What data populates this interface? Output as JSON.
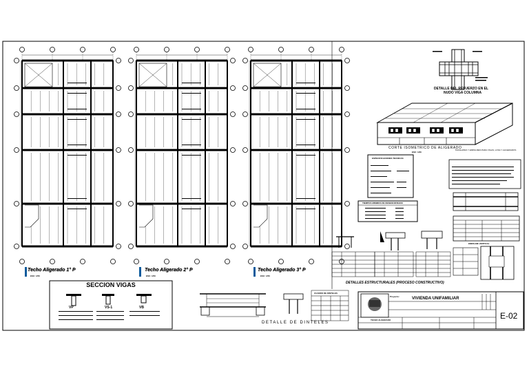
{
  "plans": [
    {
      "title": "Techo Aligerado 1° P",
      "scale": "ESC: 1/50"
    },
    {
      "title": "Techo Aligerado 2° P",
      "scale": "ESC: 1/50"
    },
    {
      "title": "Techo Aligerado 3° P",
      "scale": "ESC: 1/50"
    }
  ],
  "seccion_vigas": {
    "title": "SECCION VIGAS",
    "labels": [
      "VP",
      "VS-1",
      "VB"
    ]
  },
  "nudo_detail": {
    "title_line1": "DETALLE DEL REFUERZO EN EL",
    "title_line2": "NUDO VIGA COLUMNA"
  },
  "isometric": {
    "title": "CORTE ISOMETRICO DE ALIGERADO",
    "scale": "ESC: 1/20"
  },
  "traslapes": {
    "title": "TRASLAPES Y EMPALMES PARA VIGAS, LOSA Y ALIGERADOS"
  },
  "specs": {
    "title": "ESPECIFICACIONES TECNICAS"
  },
  "tiempos": {
    "title": "TIEMPOS MINIMOS DE DESENCOFRADO"
  },
  "detalles_estructurales": "DETALLES ESTRUCTURALES (PROCESO CONSTRUCTIVO)",
  "dinteles": {
    "title": "DETALLE DE DINTELES",
    "cuadro": "CUADRO DE DINTELES"
  },
  "empalme_vertical": "EMPALME VERTICAL",
  "title_block": {
    "proyecto_label": "Proyecto:",
    "proyecto": "VIVIENDA UNIFAMILIAR",
    "plano": "TECHO ALIGERADO",
    "sheet_code": "E-02"
  }
}
